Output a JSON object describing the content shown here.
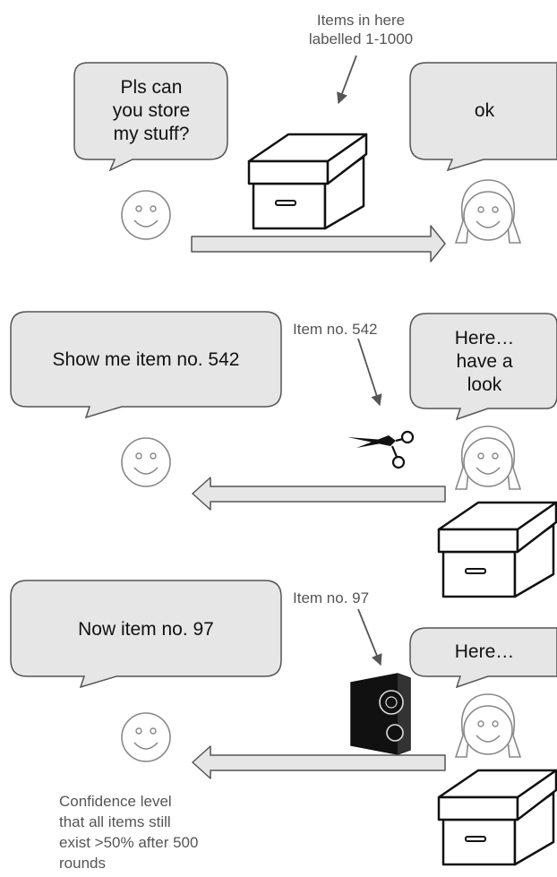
{
  "annotations": {
    "box_label": "Items in here\nlabelled 1-1000",
    "item_542": "Item no. 542",
    "item_97": "Item no. 97",
    "confidence": "Confidence level\nthat all items still\nexist >50% after 500\nrounds"
  },
  "scene1": {
    "customer_says": "Pls can\nyou store\nmy stuff?",
    "keeper_says": "ok"
  },
  "scene2": {
    "customer_says": "Show me item no. 542",
    "keeper_says": "Here…\nhave a\nlook"
  },
  "scene3": {
    "customer_says": "Now item no. 97",
    "keeper_says": "Here…"
  },
  "colors": {
    "bubble_fill": "#e6e6e6",
    "bubble_stroke": "#555555",
    "arrow_fill": "#e6e6e6",
    "face_stroke": "#888888",
    "label_text": "#555555",
    "speaker_body": "#111111"
  },
  "icons": [
    "storage-box-icon",
    "smiley-face-icon",
    "scissors-icon",
    "speaker-icon",
    "arrow-right-icon",
    "arrow-left-icon"
  ]
}
